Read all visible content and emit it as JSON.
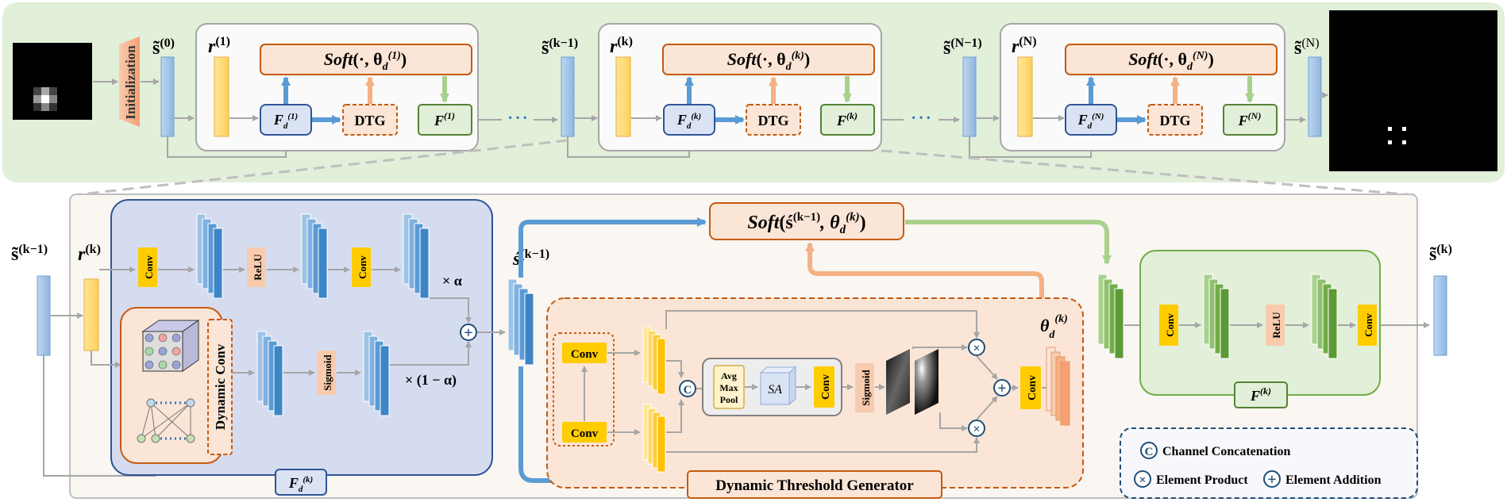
{
  "top": {
    "init_label": "Initialization",
    "s0": "s̃",
    "s0_sup": "(0)",
    "r_sup": [
      "(1)",
      "(k)",
      "(N)"
    ],
    "r_base": "r",
    "s_base": "s̃",
    "s_in_sup": [
      "(k−1)",
      "(N−1)"
    ],
    "sN": "s̃",
    "sN_sup": "(N)",
    "soft": "Soft",
    "soft_args": "(·, θ",
    "theta_sub": "d",
    "theta_sup": [
      "(1)",
      "(k)",
      "(N)"
    ],
    "fd_base": "F",
    "fd_sub": "d",
    "fd_sup": [
      "(1)",
      "(k)",
      "(N)"
    ],
    "dtg": "DTG",
    "ft_sup": [
      "(1)",
      "(k)",
      "(N)"
    ],
    "dots": "···"
  },
  "bottom": {
    "s_in": "s̃",
    "s_in_sup": "(k−1)",
    "r": "r",
    "r_sup": "(k)",
    "conv": "Conv",
    "relu": "ReLU",
    "sigmoid": "Sigmoid",
    "times_alpha": "× α",
    "times_one_minus_alpha": "× (1 − α)",
    "dynamic_conv": "Dynamic  Conv",
    "fd_base": "F",
    "fd_sub": "d",
    "fd_sup": "(k)",
    "s_acute": "ś",
    "s_acute_sup": "(k−1)",
    "soft": "Soft",
    "soft_args": "(ś",
    "soft_sup": "(k−1)",
    "theta": "θ",
    "theta_sub": "d",
    "theta_sup": "(k)",
    "avg": "Avg",
    "max": "Max",
    "pool": "Pool",
    "sa": "SA",
    "dtg_label": "Dynamic  Threshold Generator",
    "ft_sup": "(k)",
    "s_out": "s̃",
    "s_out_sup": "(k)",
    "concat_symbol": "C",
    "product_symbol": "×",
    "addition_symbol": "+"
  },
  "legend": {
    "concat": "Channel Concatenation",
    "product": "Element Product",
    "addition": "Element Addition"
  },
  "colors": {
    "top_bg": "#e2efd9",
    "blue_block": "#9dc3e6",
    "yellow_block": "#ffd966",
    "peach": "#fbe5d6",
    "orange_border": "#c55a11",
    "green_bg": "#e2efd9",
    "green_block": "#70ad47",
    "blue_region": "#d6dcf0",
    "conv_yellow": "#ffcc00"
  }
}
